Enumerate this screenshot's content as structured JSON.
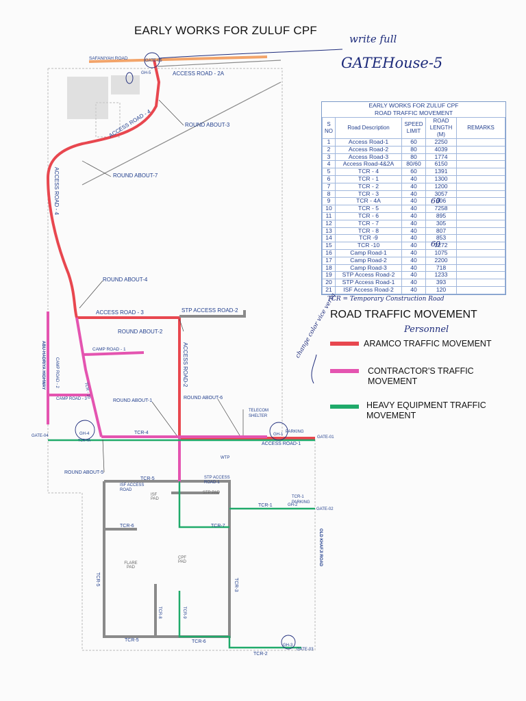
{
  "title": "EARLY WORKS FOR ZULUF CPF",
  "handwriting": {
    "note_top_line1": "write full",
    "note_top_line2": "GATEHouse-5",
    "legend_insert": "Personnel",
    "legend_side": "change color vice versa",
    "tcr_note": "TCR = Temporary Construction Road",
    "speed_fix_9": "60",
    "speed_fix_15": "60"
  },
  "table": {
    "caption1": "EARLY WORKS FOR ZULUF CPF",
    "caption2": "ROAD TRAFFIC MOVEMENT",
    "headers": [
      "S NO",
      "Road Description",
      "SPEED LIMIT",
      "ROAD LENGTH (M)",
      "REMARKS"
    ],
    "rows": [
      [
        "1",
        "Access Road-1",
        "60",
        "2250",
        ""
      ],
      [
        "2",
        "Access Road-2",
        "80",
        "4039",
        ""
      ],
      [
        "3",
        "Access Road-3",
        "80",
        "1774",
        ""
      ],
      [
        "4",
        "Access Road-4&2A",
        "80/60",
        "6150",
        ""
      ],
      [
        "5",
        "TCR - 4",
        "60",
        "1391",
        ""
      ],
      [
        "6",
        "TCR - 1",
        "40",
        "1300",
        ""
      ],
      [
        "7",
        "TCR - 2",
        "40",
        "1200",
        ""
      ],
      [
        "8",
        "TCR - 3",
        "40",
        "3057",
        ""
      ],
      [
        "9",
        "TCR - 4A",
        "40",
        "906",
        ""
      ],
      [
        "10",
        "TCR - 5",
        "40",
        "7258",
        ""
      ],
      [
        "11",
        "TCR - 6",
        "40",
        "895",
        ""
      ],
      [
        "12",
        "TCR - 7",
        "40",
        "305",
        ""
      ],
      [
        "13",
        "TCR - 8",
        "40",
        "807",
        ""
      ],
      [
        "14",
        "TCR -9",
        "40",
        "853",
        ""
      ],
      [
        "15",
        "TCR -10",
        "40",
        "2272",
        ""
      ],
      [
        "16",
        "Camp Road-1",
        "40",
        "1075",
        ""
      ],
      [
        "17",
        "Camp Road-2",
        "40",
        "2200",
        ""
      ],
      [
        "18",
        "Camp Road-3",
        "40",
        "718",
        ""
      ],
      [
        "19",
        "STP Access Road-2",
        "40",
        "1233",
        ""
      ],
      [
        "20",
        "STP Access Road-1",
        "40",
        "393",
        ""
      ],
      [
        "21",
        "ISF Access Road-2",
        "40",
        "120",
        ""
      ]
    ]
  },
  "legend": {
    "title": "ROAD TRAFFIC MOVEMENT",
    "items": [
      {
        "label": "ARAMCO TRAFFIC MOVEMENT",
        "color": "#e8474f"
      },
      {
        "label_line1": "CONTRACTOR'S TRAFFIC",
        "label_line2": "MOVEMENT",
        "color": "#e454b0"
      },
      {
        "label_line1": "HEAVY EQUIPMENT TRAFFIC",
        "label_line2": "MOVEMENT",
        "color": "#1faa6a"
      }
    ]
  },
  "colors": {
    "aramco": "#e8474f",
    "contractor": "#e454b0",
    "heavy": "#1faa6a",
    "other": "#888888",
    "safaniyah": "#f2a46a",
    "label": "#23408e"
  },
  "map_labels": {
    "safaniyah_road": "SAFANIYAH ROAD",
    "gate05": "GATE-05",
    "gh5": "GH-5",
    "access_road_2a": "ACCESS ROAD - 2A",
    "access_road_4_top": "ACCESS ROAD - 4",
    "round_about_3": "ROUND ABOUT-3",
    "round_about_7": "ROUND ABOUT-7",
    "access_road_4_side": "ACCESS ROAD - 4",
    "round_about_4": "ROUND ABOUT-4",
    "access_road_3": "ACCESS ROAD - 3",
    "stp_access_road_2": "STP ACCESS ROAD-2",
    "round_about_2": "ROUND ABOUT-2",
    "camp_road_1": "CAMP ROAD - 1",
    "abu_hadriya": "ABU-HADRIYA HIGHWAY",
    "camp_road_2": "CAMP ROAD - 2",
    "tcr_10": "TCR - 10",
    "camp_road_3": "CAMP ROAD - 3",
    "access_road_2_vert": "ACCESS ROAD-2",
    "round_about_1": "ROUND ABOUT-1",
    "round_about_6": "ROUND ABOUT-6",
    "telecom_shelter": "TELECOM SHELTER",
    "gate04": "GATE-04",
    "gh4": "GH-4",
    "tcr_4a": "TCR-4A",
    "tcr_4": "TCR-4",
    "gh1": "GH-1",
    "parking1": "PARKING",
    "gate01": "GATE-01",
    "access_road_1": "ACCESS ROAD-1",
    "wtp": "WTP",
    "round_about_5": "ROUND ABOUT-5",
    "tcr_5_top": "TCR-5",
    "isf_access_road": "ISF ACCESS ROAD",
    "stp_access_road_1": "STP ACCESS ROAD-1",
    "stp_pad": "STP PAD",
    "isf_pad": "ISF PAD",
    "tcr_1_parking": "TCR-1 PARKING",
    "tcr_1": "TCR-1",
    "gh2": "GH-2",
    "gate02": "GATE-02",
    "tcr_6_left": "TCR-6",
    "tcr_7": "TCR-7",
    "old_khafji": "OLD KHAFJI ROAD",
    "tcr_5_left": "TCR-5",
    "flare_pad": "FLARE PAD",
    "cpf_pad": "CPF PAD",
    "tcr_3": "TCR-3",
    "tcr_8": "TCR-8",
    "tcr_9": "TCR-9",
    "tcr_5_bottom": "TCR-5",
    "tcr_6_bottom": "TCR-6",
    "gh3": "GH-3",
    "gate03": "GATE-03",
    "tcr_2": "TCR-2"
  }
}
